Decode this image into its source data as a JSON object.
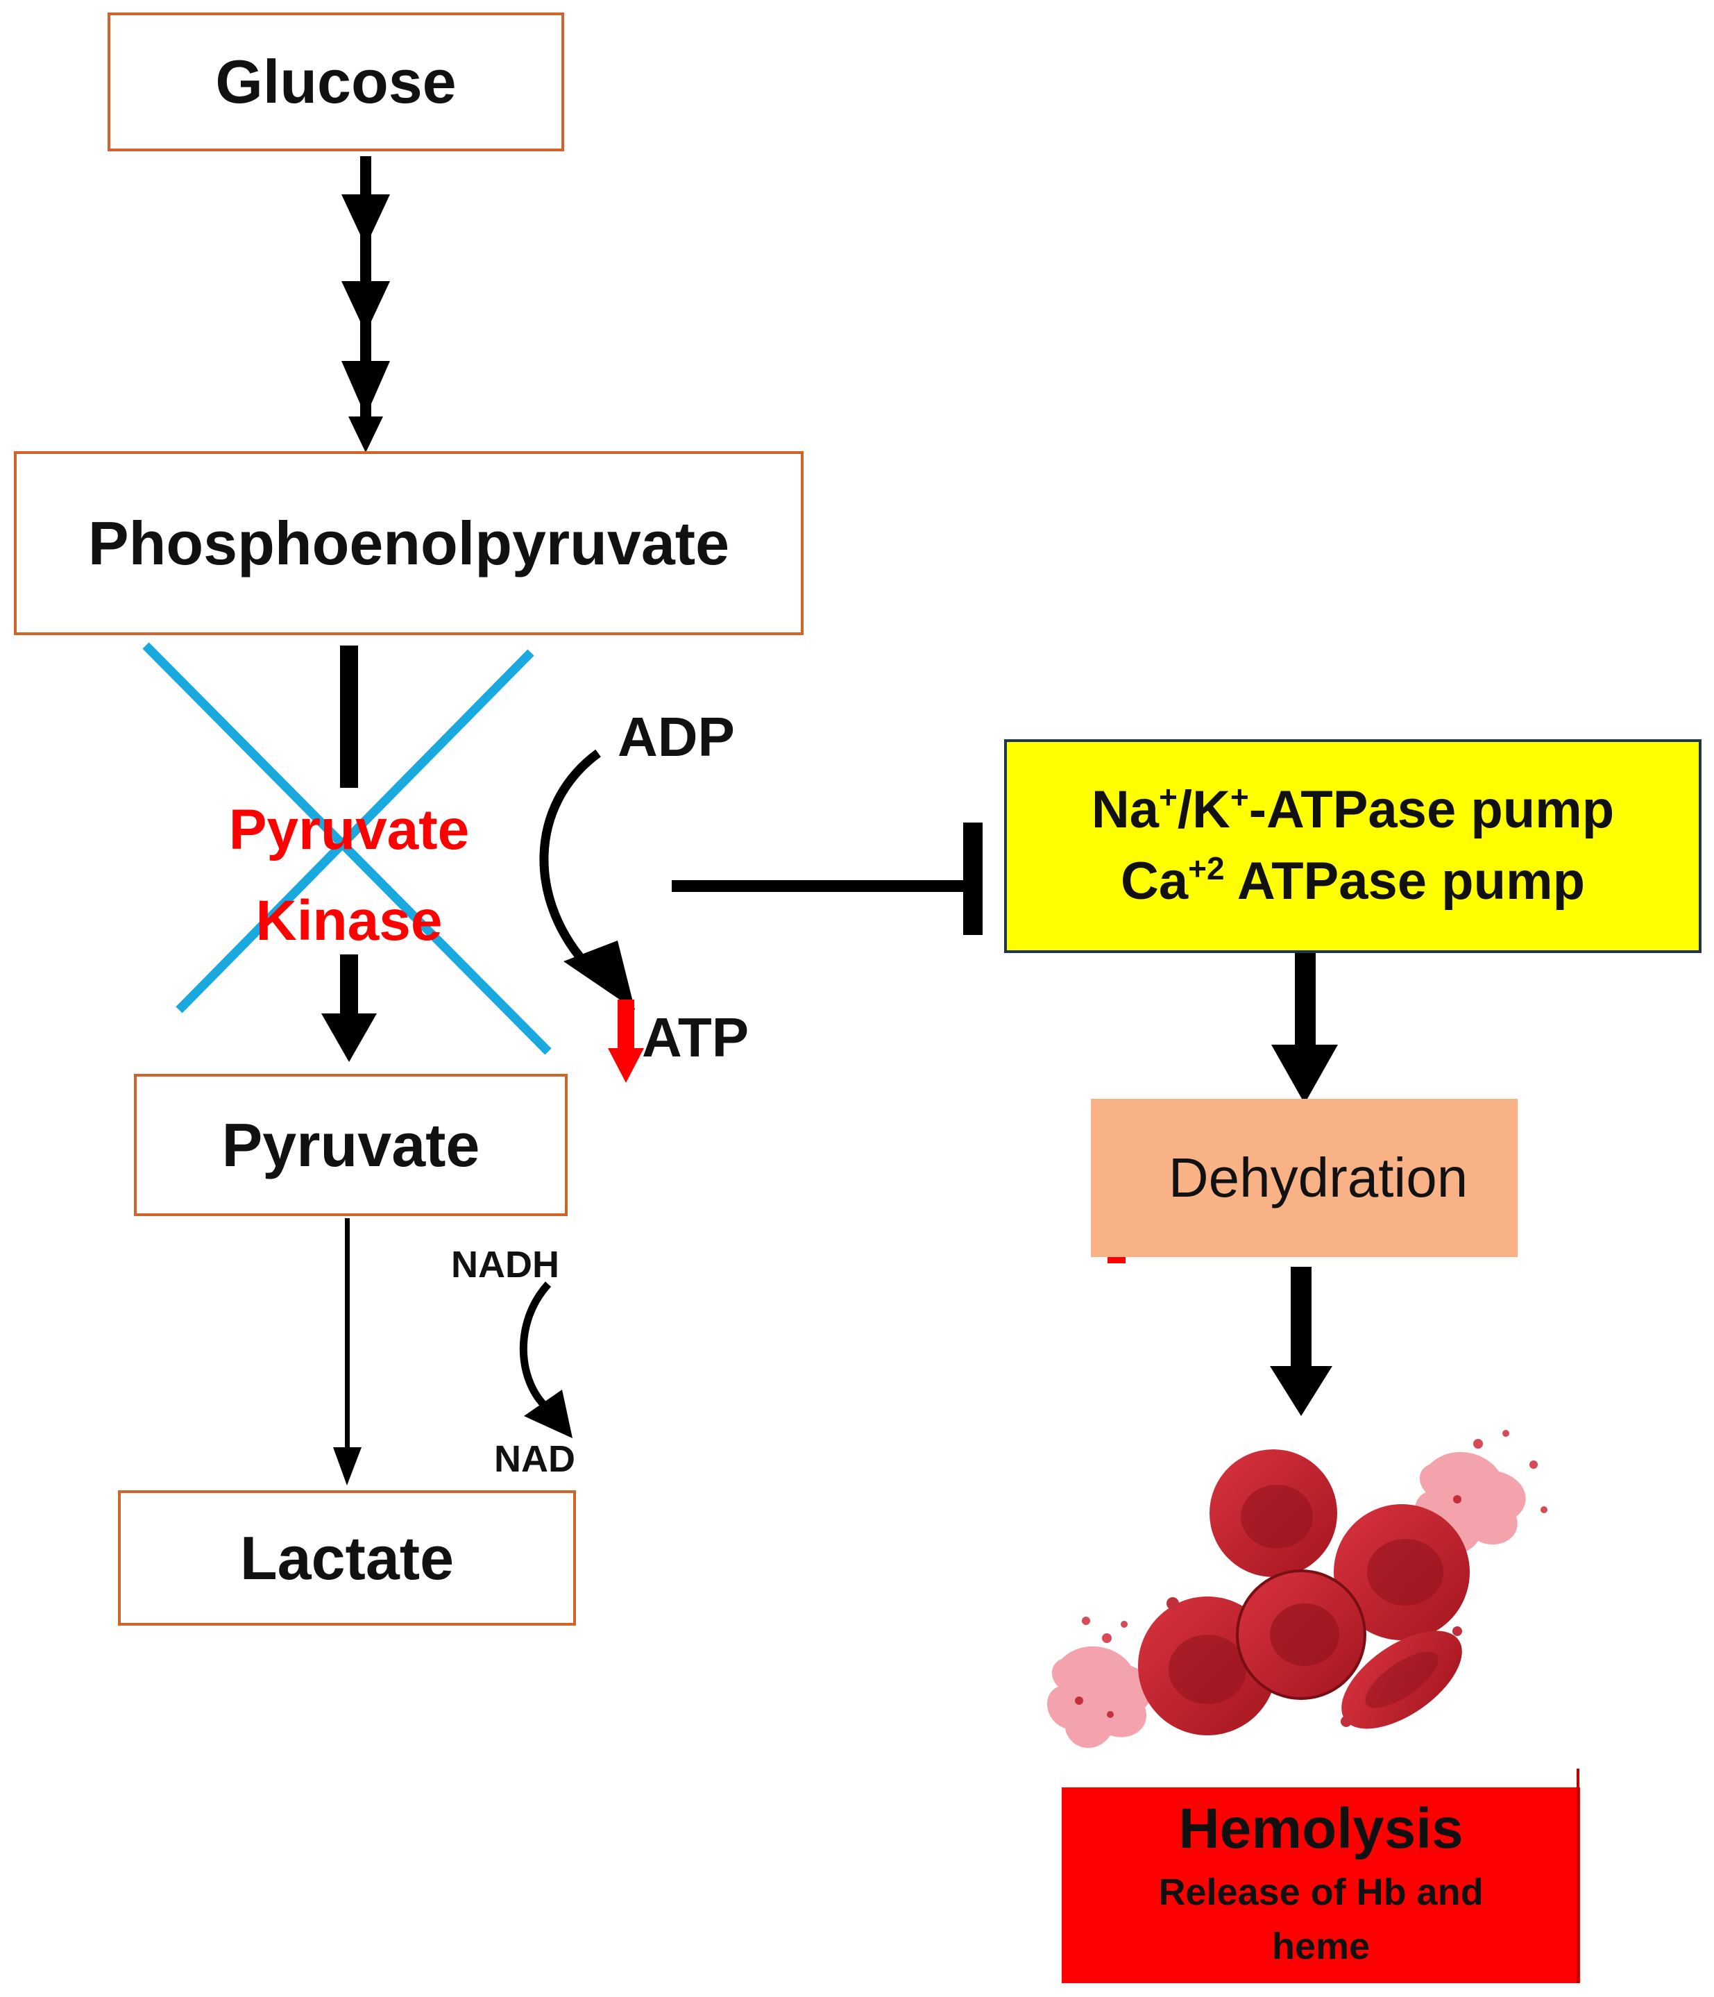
{
  "nodes": {
    "glucose": "Glucose",
    "pep": "Phosphoenolpyruvate",
    "pyruvate": "Pyruvate",
    "lactate": "Lactate"
  },
  "enzyme": {
    "line1": "Pyruvate",
    "line2": "Kinase",
    "status": "inhibited"
  },
  "cofactors": {
    "adp": "ADP",
    "atp": "ATP",
    "nadh": "NADH",
    "nad": "NAD"
  },
  "pump": {
    "line1_a": "Na",
    "line1_a_sup": "+",
    "line1_b": "/K",
    "line1_b_sup": "+",
    "line1_c": "-ATPase pump",
    "line2_a": "Ca",
    "line2_a_sup": "+2",
    "line2_b": " ATPase pump"
  },
  "dehydration": "Dehydration",
  "hemolysis": {
    "title": "Hemolysis",
    "detail_line1": "Release of Hb and",
    "detail_line2": "heme"
  },
  "colors": {
    "box_border": "#d0642a",
    "enzyme_text": "#ff0000",
    "cross": "#1aa9df",
    "pump_fill": "#ffff00",
    "dehydration_fill": "#f9b186",
    "hemolysis_fill": "#ff0000",
    "up_down_indicator": "#ff0000"
  }
}
